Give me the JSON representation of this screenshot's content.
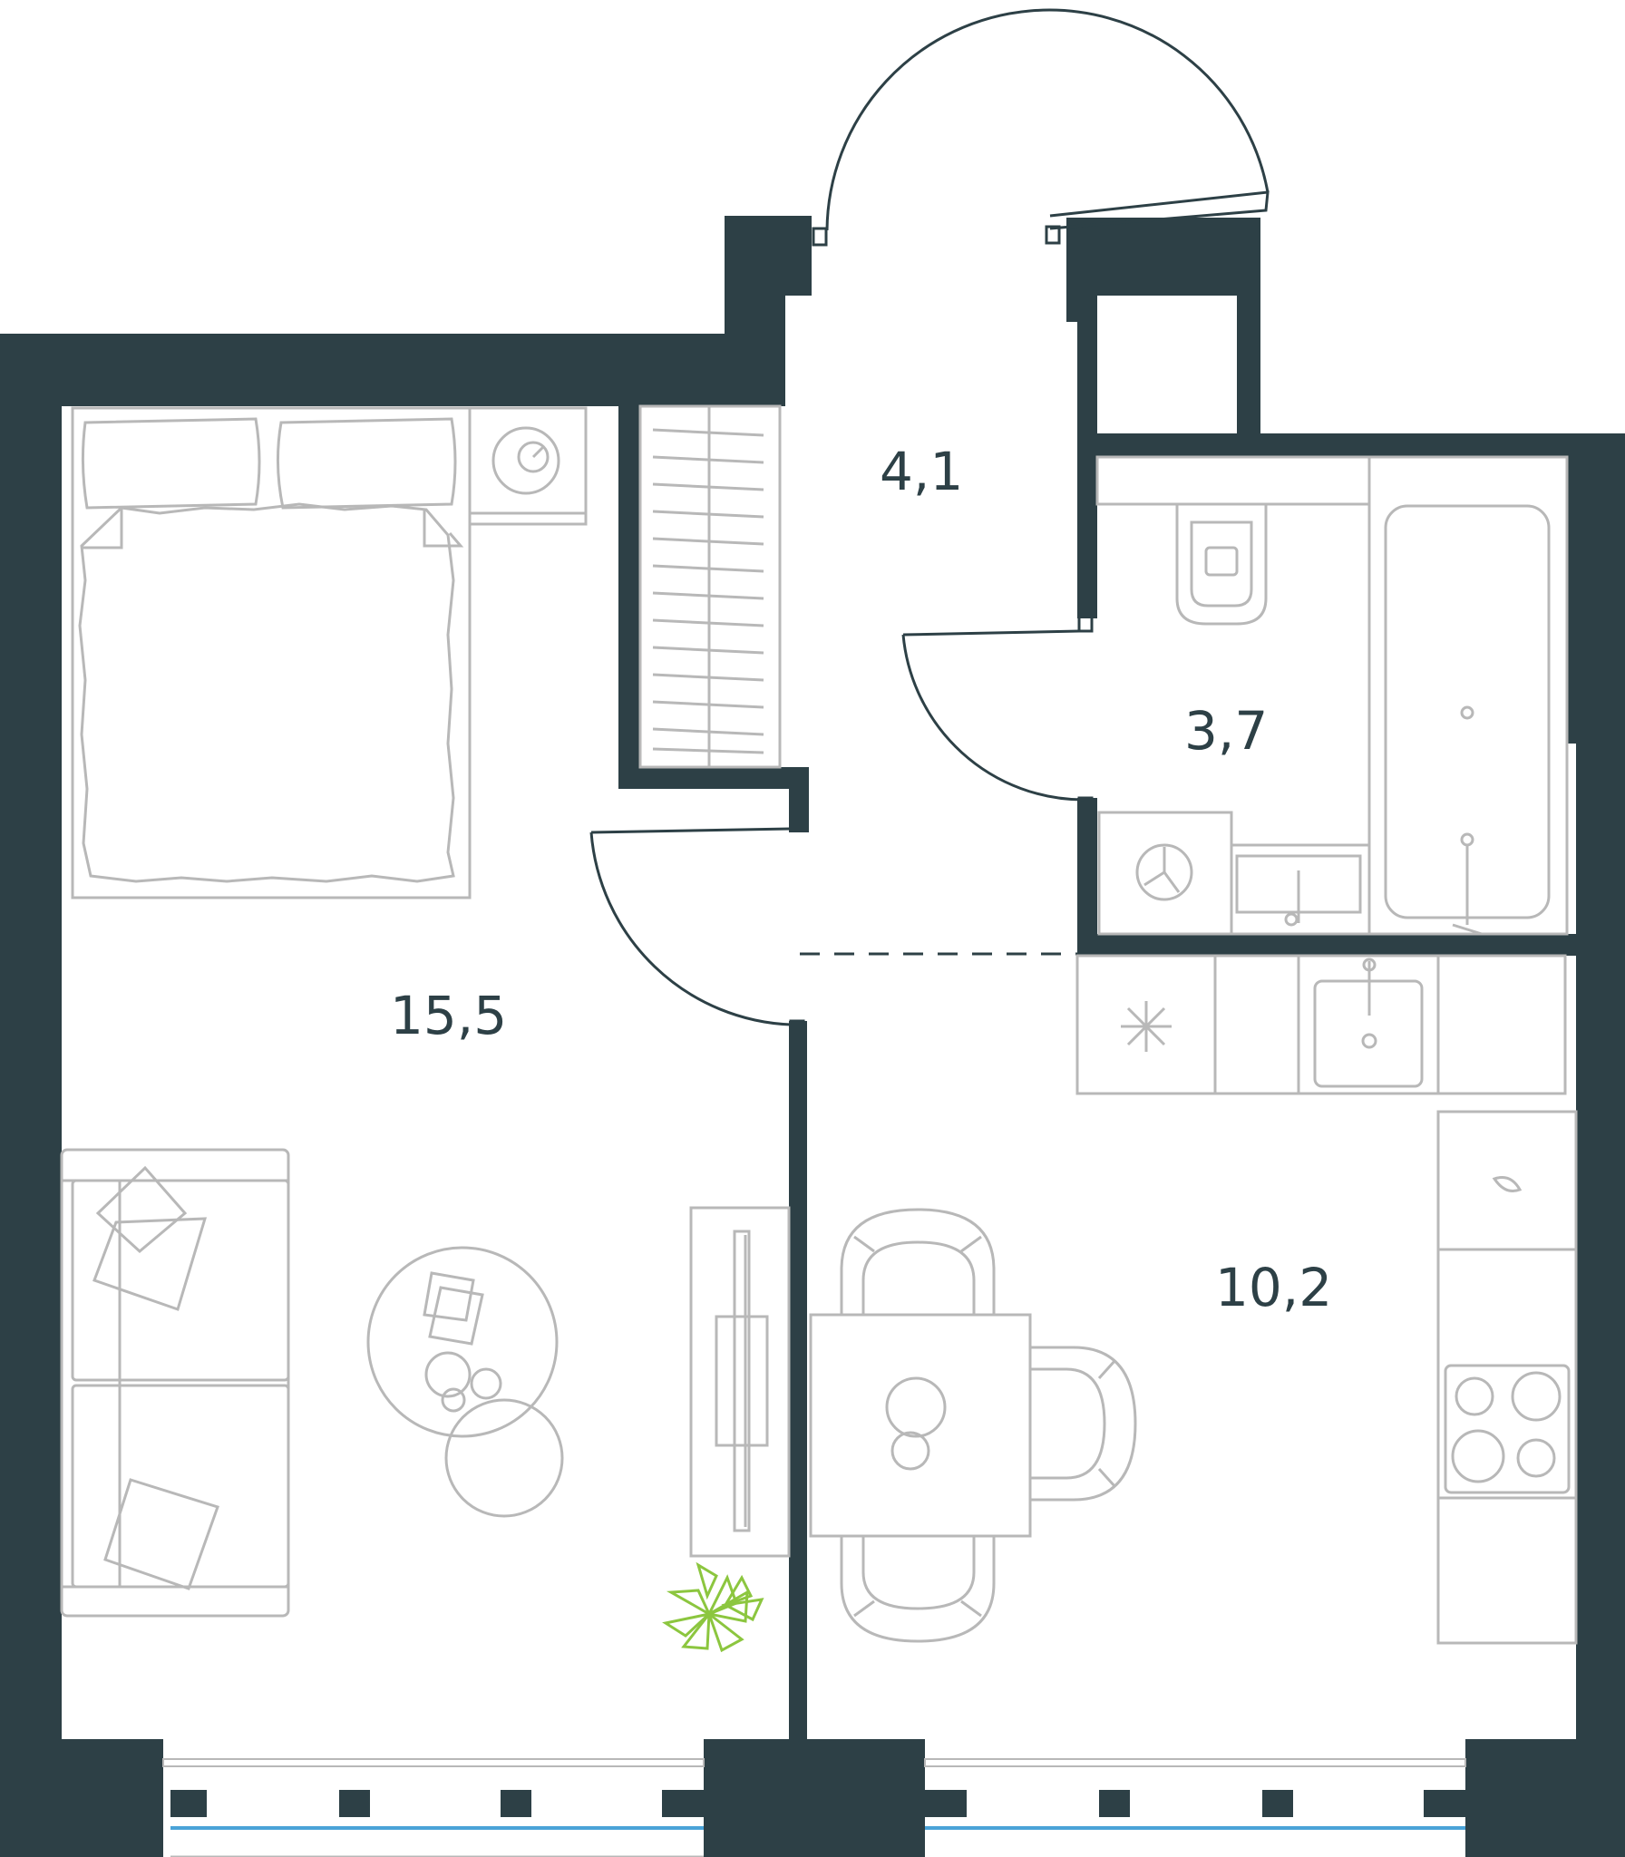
{
  "colors": {
    "wall": "#2d4046",
    "furniture": "#b8b8b8",
    "window_glass": "#4aa3d8",
    "plant": "#8cc63f",
    "label": "#2d4046"
  },
  "rooms": {
    "hallway": {
      "area": "4,1"
    },
    "bathroom": {
      "area": "3,7"
    },
    "bedroom_living": {
      "area": "15,5"
    },
    "kitchen": {
      "area": "10,2"
    }
  }
}
